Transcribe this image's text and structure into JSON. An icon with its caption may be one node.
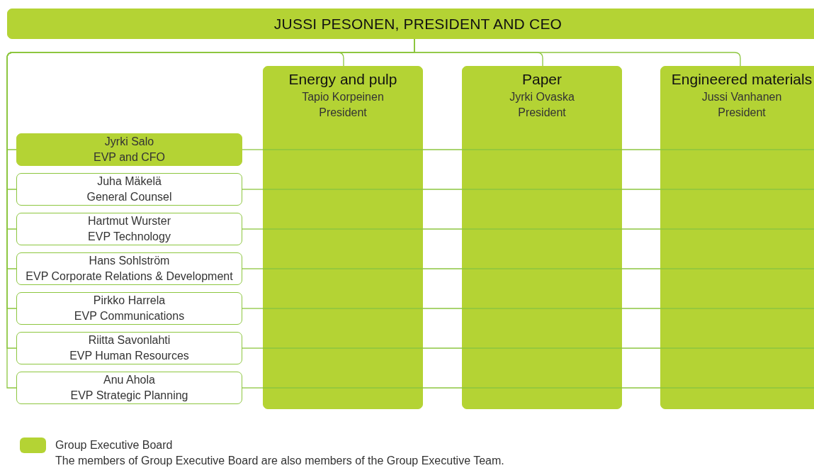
{
  "diagram": {
    "nodes": [
      {
        "text": [
          "JUSSI PESONEN, PRESIDENT AND CEO"
        ]
      },
      {
        "text": [
          "Energy and pulp",
          "Tapio Korpeinen",
          "President"
        ]
      },
      {
        "text": [
          "Paper",
          "Jyrki Ovaska",
          "President"
        ]
      },
      {
        "text": [
          "Engineered materials",
          "Jussi Vanhanen",
          "President"
        ]
      },
      {
        "text": [
          "Jyrki Salo",
          "EVP and CFO"
        ]
      },
      {
        "text": [
          "Juha Mäkelä",
          "General Counsel"
        ]
      },
      {
        "text": [
          "Hartmut Wurster",
          "EVP Technology"
        ]
      },
      {
        "text": [
          "Hans Sohlström",
          "EVP Corporate Relations & Development"
        ]
      },
      {
        "text": [
          "Pirkko Harrela",
          "EVP Communications"
        ]
      },
      {
        "text": [
          "Riitta Savonlahti",
          "EVP Human Resources"
        ]
      },
      {
        "text": [
          "Anu Ahola",
          "EVP Strategic Planning"
        ]
      }
    ],
    "edges": [
      {
        "from": 0,
        "to": 1,
        "arrow": "none"
      },
      {
        "from": 0,
        "to": 2,
        "arrow": "none"
      },
      {
        "from": 0,
        "to": 3,
        "arrow": "none"
      },
      {
        "from": 0,
        "to": 4,
        "arrow": "none"
      },
      {
        "from": 0,
        "to": 5,
        "arrow": "none"
      },
      {
        "from": 0,
        "to": 6,
        "arrow": "none"
      },
      {
        "from": 0,
        "to": 7,
        "arrow": "none"
      },
      {
        "from": 0,
        "to": 8,
        "arrow": "none"
      },
      {
        "from": 0,
        "to": 9,
        "arrow": "none"
      },
      {
        "from": 0,
        "to": 10,
        "arrow": "none"
      },
      {
        "from": 4,
        "to": 1,
        "arrow": "none"
      },
      {
        "from": 5,
        "to": 1,
        "arrow": "none"
      },
      {
        "from": 6,
        "to": 1,
        "arrow": "none"
      },
      {
        "from": 7,
        "to": 1,
        "arrow": "none"
      },
      {
        "from": 8,
        "to": 1,
        "arrow": "none"
      },
      {
        "from": 9,
        "to": 1,
        "arrow": "none"
      },
      {
        "from": 10,
        "to": 1,
        "arrow": "none"
      },
      {
        "from": 1,
        "to": 2,
        "arrow": "none"
      },
      {
        "from": 1,
        "to": 2,
        "arrow": "none"
      },
      {
        "from": 1,
        "to": 2,
        "arrow": "none"
      },
      {
        "from": 1,
        "to": 2,
        "arrow": "none"
      },
      {
        "from": 1,
        "to": 2,
        "arrow": "none"
      },
      {
        "from": 1,
        "to": 2,
        "arrow": "none"
      },
      {
        "from": 1,
        "to": 2,
        "arrow": "none"
      },
      {
        "from": 2,
        "to": 3,
        "arrow": "none"
      },
      {
        "from": 2,
        "to": 3,
        "arrow": "none"
      },
      {
        "from": 2,
        "to": 3,
        "arrow": "none"
      },
      {
        "from": 2,
        "to": 3,
        "arrow": "none"
      },
      {
        "from": 2,
        "to": 3,
        "arrow": "none"
      },
      {
        "from": 2,
        "to": 3,
        "arrow": "none"
      },
      {
        "from": 2,
        "to": 3,
        "arrow": "none"
      }
    ],
    "labels": [
      "The members of Group Executive Board are also members of the Group Executive Team."
    ],
    "legend": [
      {
        "text": "Group Executive Board",
        "color": "#b4d334"
      }
    ]
  }
}
